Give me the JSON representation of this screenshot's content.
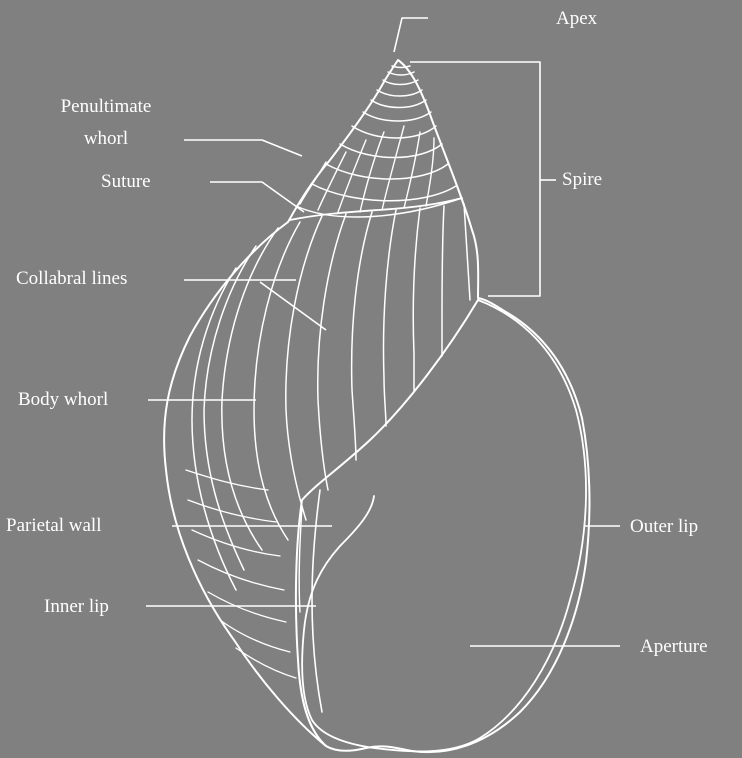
{
  "labels": {
    "apex": "Apex",
    "penultimate_whorl_line1": "Penultimate",
    "penultimate_whorl_line2": "whorl",
    "suture": "Suture",
    "spire": "Spire",
    "collabral_lines": "Collabral lines",
    "body_whorl": "Body whorl",
    "parietal_wall": "Parietal wall",
    "outer_lip": "Outer lip",
    "inner_lip": "Inner lip",
    "aperture": "Aperture"
  },
  "colors": {
    "background": "#808080",
    "line": "#ffffff",
    "text": "#ffffff"
  }
}
